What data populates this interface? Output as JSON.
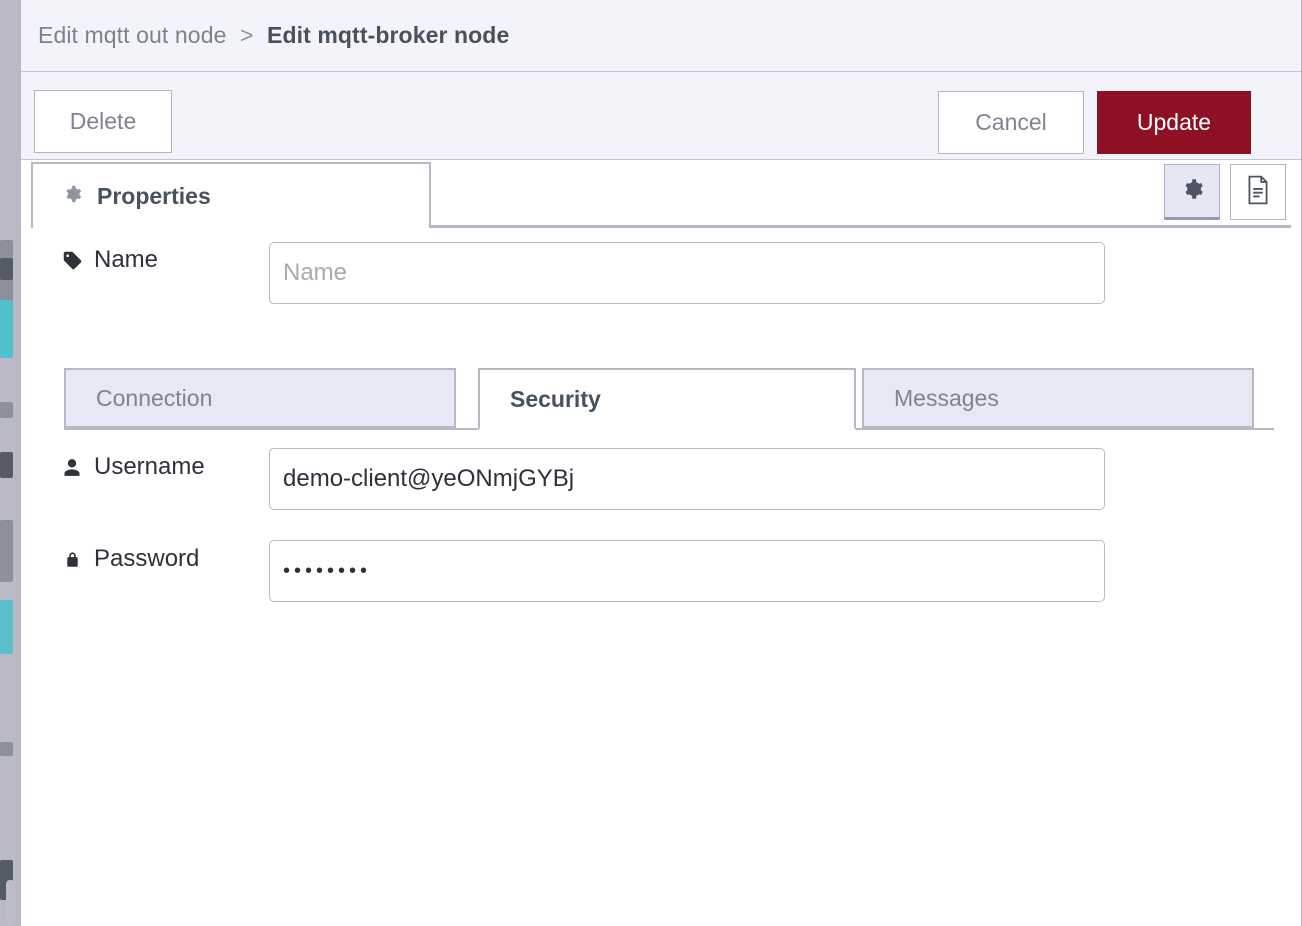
{
  "breadcrumb": {
    "parent": "Edit mqtt out node",
    "separator": ">",
    "current": "Edit mqtt-broker node"
  },
  "toolbar": {
    "delete_label": "Delete",
    "cancel_label": "Cancel",
    "update_label": "Update",
    "update_color": "#8e1024"
  },
  "tabs": {
    "properties_label": "Properties",
    "properties_icon": "gear-icon",
    "icon_buttons": [
      {
        "name": "config-gear-icon",
        "selected": true
      },
      {
        "name": "description-document-icon",
        "selected": false
      }
    ]
  },
  "form": {
    "name": {
      "label": "Name",
      "icon": "tag-icon",
      "value": "",
      "placeholder": "Name"
    },
    "username": {
      "label": "Username",
      "icon": "user-icon",
      "value": "demo-client@yeONmjGYBj",
      "placeholder": ""
    },
    "password": {
      "label": "Password",
      "icon": "lock-icon",
      "value": "••••••••",
      "placeholder": ""
    }
  },
  "subtabs": [
    {
      "label": "Connection",
      "active": false
    },
    {
      "label": "Security",
      "active": true
    },
    {
      "label": "Messages",
      "active": false
    }
  ]
}
